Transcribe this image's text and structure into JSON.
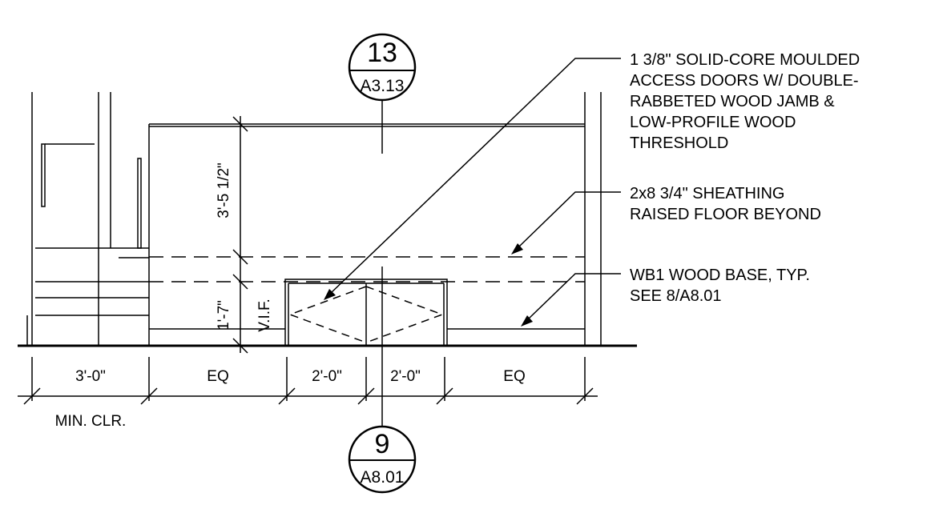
{
  "drawing": {
    "callout_top": {
      "number": "13",
      "sheet": "A3.13"
    },
    "callout_bottom": {
      "number": "9",
      "sheet": "A8.01"
    },
    "notes": [
      {
        "lines": [
          "1 3/8\" SOLID-CORE MOULDED",
          "ACCESS DOORS W/ DOUBLE-",
          "RABBETED WOOD JAMB &",
          "LOW-PROFILE WOOD",
          "THRESHOLD"
        ]
      },
      {
        "lines": [
          "2x8 3/4\" SHEATHING",
          "RAISED FLOOR BEYOND"
        ]
      },
      {
        "lines": [
          "WB1 WOOD BASE, TYP.",
          "SEE 8/A8.01"
        ]
      }
    ],
    "vertical_dims": {
      "upper": "3'-5 1/2\"",
      "lower": "1'-7\"",
      "lower_note": "V.I.F."
    },
    "horizontal_dims": [
      "3'-0\"",
      "EQ",
      "2'-0\"",
      "2'-0\"",
      "EQ"
    ],
    "clearance_note": "MIN. CLR."
  }
}
